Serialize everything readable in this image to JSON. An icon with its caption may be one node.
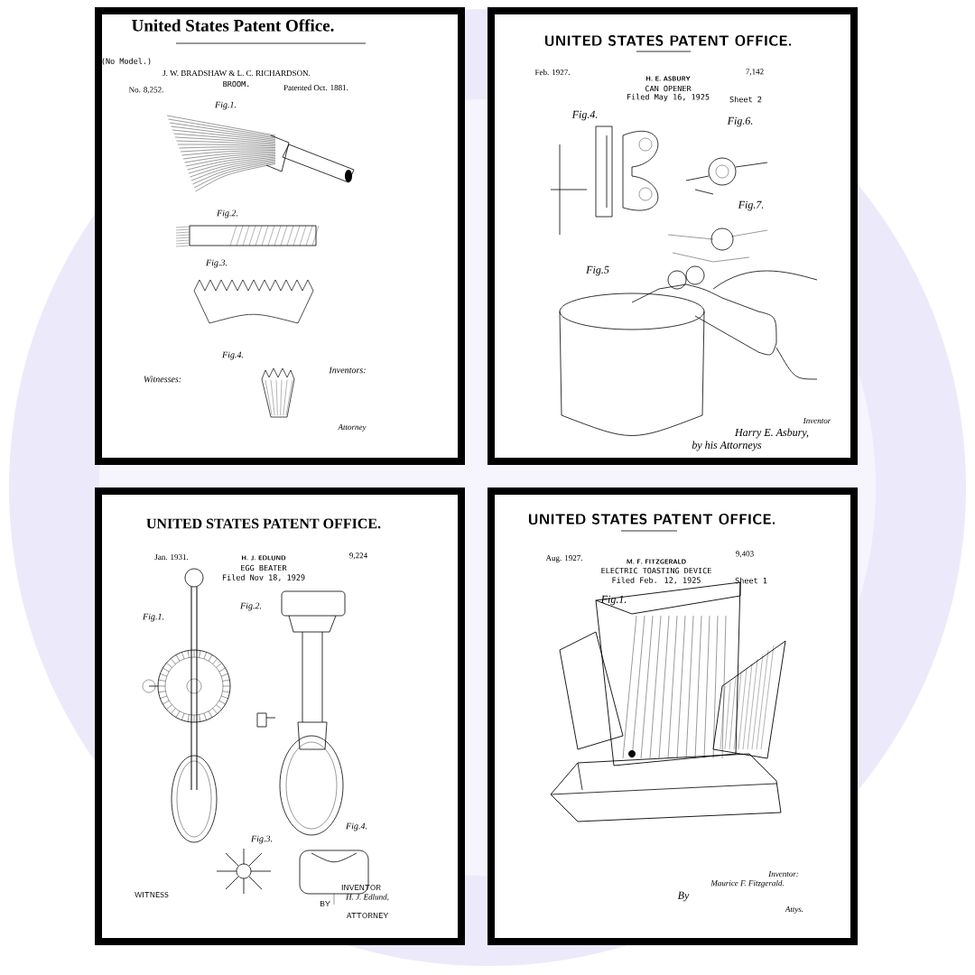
{
  "diagram": {
    "nodes": [
      {
        "text": [
          "United States Patent Office.",
          "(No Model.)",
          "J. W. BRADSHAW & L. C. RICHARDSON.",
          "BROOM.",
          "No. 8,252.",
          "Patented Oct. 1881.",
          "Fig.1.",
          "Fig.2.",
          "Fig.3.",
          "Fig.4.",
          "Witnesses:",
          "Inventors:",
          "Attorney"
        ]
      },
      {
        "text": [
          "UNITED STATES PATENT OFFICE.",
          "Feb. 1927.",
          "H. E. ASBURY",
          "CAN OPENER",
          "Filed May 16, 1925",
          "7,142",
          "Sheet 2",
          "Fig.4.",
          "Fig.6.",
          "Fig.7.",
          "Fig.5",
          "Inventor",
          "Harry E. Asbury,",
          "by his Attorneys"
        ]
      },
      {
        "text": [
          "UNITED STATES PATENT OFFICE.",
          "Jan. 1931.",
          "H. J. EDLUND",
          "EGG BEATER",
          "Filed Nov 18, 1929",
          "9,224",
          "Fig.1.",
          "Fig.2.",
          "Fig.3.",
          "Fig.4.",
          "WITNESS",
          "INVENTOR",
          "H. J. Edlund,",
          "BY",
          "ATTORNEY"
        ]
      },
      {
        "text": [
          "UNITED STATES PATENT OFFICE.",
          "Aug. 1927.",
          "M. F. FITZGERALD",
          "ELECTRIC TOASTING DEVICE",
          "Filed Feb. 12, 1925",
          "9,403",
          "Sheet 1",
          "Fig.1.",
          "Inventor:",
          "Maurice F. Fitzgerald.",
          "By",
          "Attys."
        ]
      }
    ]
  }
}
